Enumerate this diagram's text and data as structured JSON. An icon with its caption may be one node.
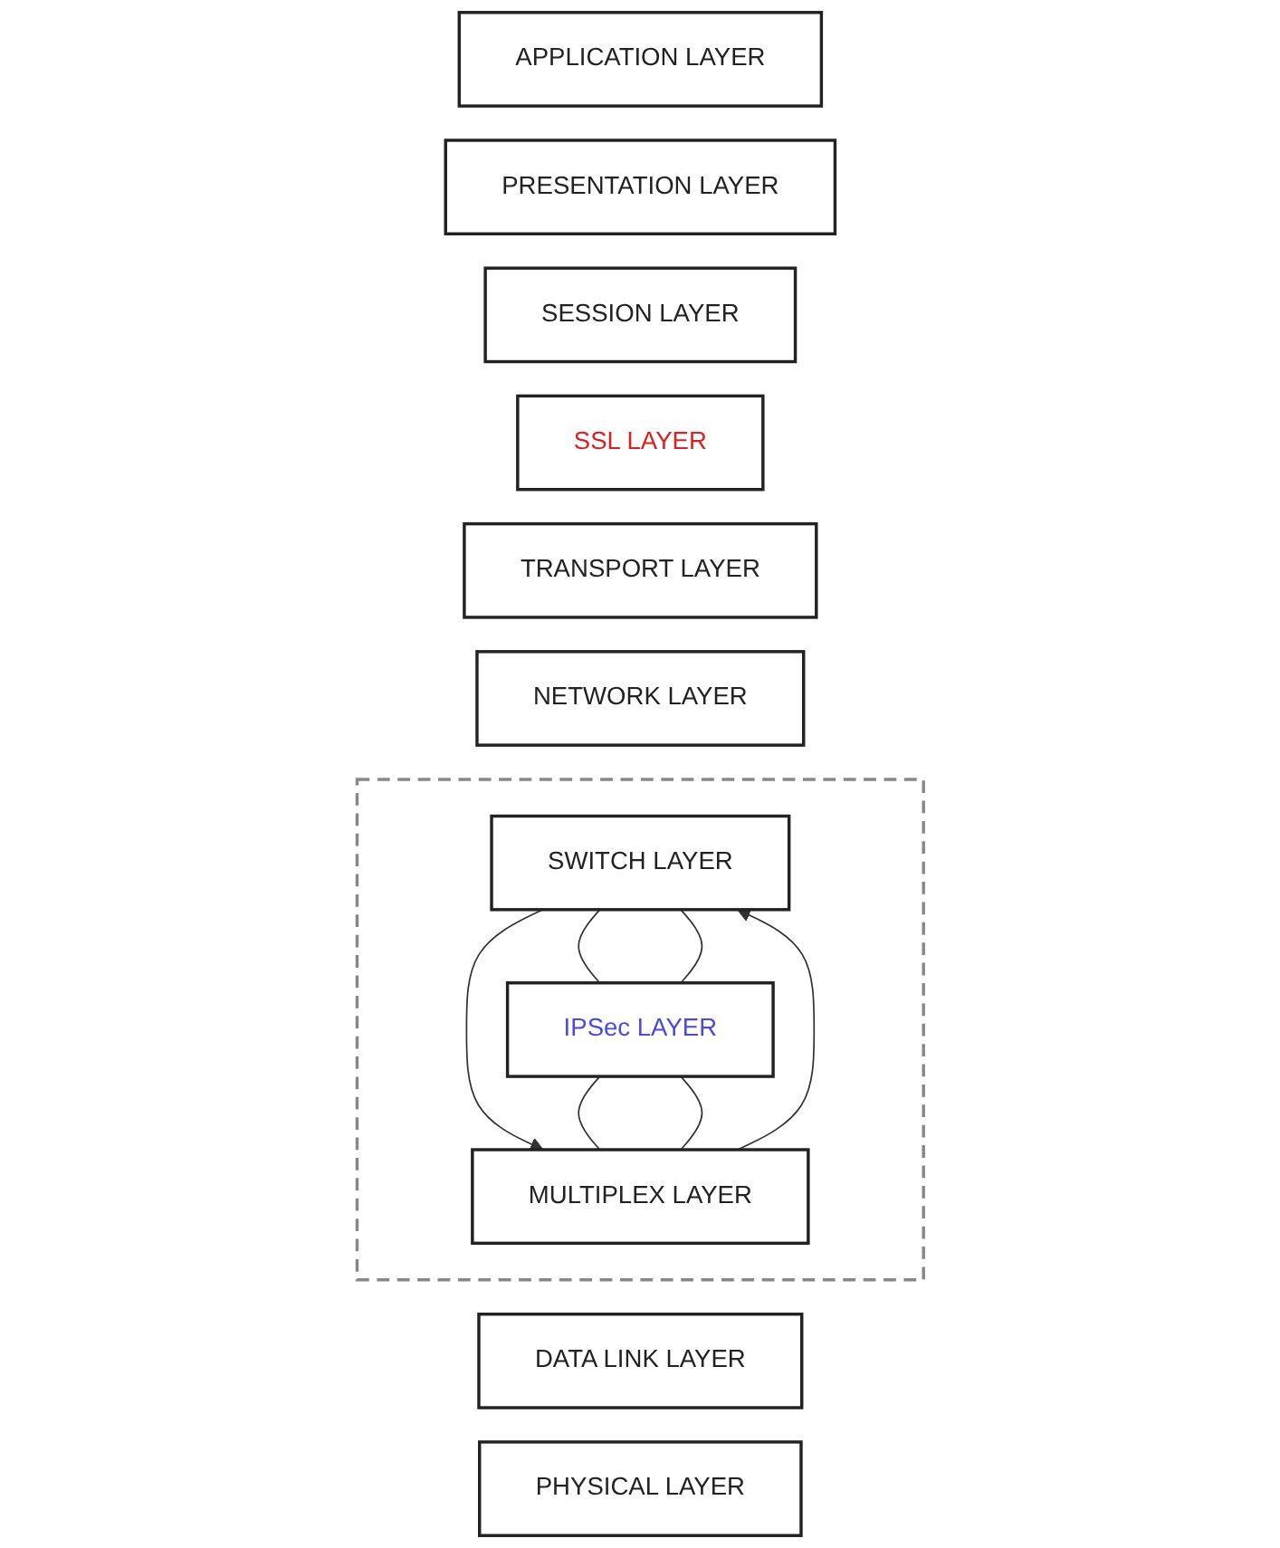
{
  "diagram": {
    "nodes": [
      {
        "text": [
          "APPLICATION LAYER"
        ]
      },
      {
        "text": [
          "PRESENTATION LAYER"
        ]
      },
      {
        "text": [
          "SESSION LAYER"
        ]
      },
      {
        "text": [
          "SSL LAYER"
        ]
      },
      {
        "text": [
          "TRANSPORT LAYER"
        ]
      },
      {
        "text": [
          "NETWORK LAYER"
        ]
      },
      {
        "text": [],
        "shape": "box"
      },
      {
        "text": [
          "SWITCH LAYER"
        ],
        "in": 6
      },
      {
        "text": [
          "IPSec LAYER"
        ],
        "in": 6
      },
      {
        "text": [
          "MULTIPLEX LAYER"
        ],
        "in": 6
      },
      {
        "text": [
          "DATA LINK LAYER"
        ]
      },
      {
        "text": [
          "PHYSICAL LAYER"
        ]
      }
    ],
    "edges": [
      {
        "from": 7,
        "to": 9,
        "arrow": "to"
      },
      {
        "from": 9,
        "to": 7,
        "arrow": "to"
      },
      {
        "from": 7,
        "to": 8,
        "arrow": "none"
      },
      {
        "from": 7,
        "to": 8,
        "arrow": "none"
      },
      {
        "from": 8,
        "to": 9,
        "arrow": "none"
      },
      {
        "from": 8,
        "to": 9,
        "arrow": "none"
      }
    ]
  }
}
